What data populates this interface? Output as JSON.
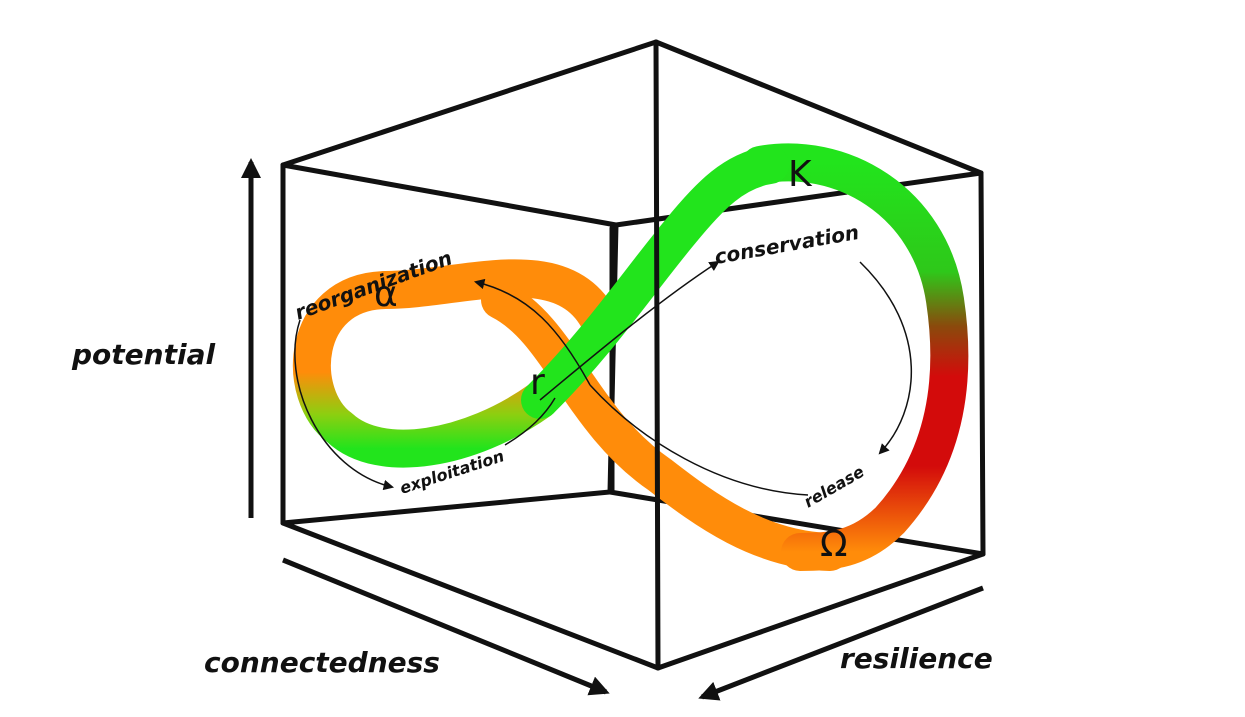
{
  "axes": {
    "vertical": "potential",
    "left_depth": "connectedness",
    "right_depth": "resilience"
  },
  "phases": {
    "reorganization": "reorganization",
    "conservation": "conservation",
    "exploitation": "exploitation",
    "release": "release"
  },
  "nodes": {
    "alpha": "α",
    "r": "r",
    "K": "K",
    "omega": "Ω"
  },
  "colors": {
    "growth": "#22e41c",
    "release": "#d30b0b",
    "reorganization": "#ff8c0a",
    "frame": "#111111"
  }
}
